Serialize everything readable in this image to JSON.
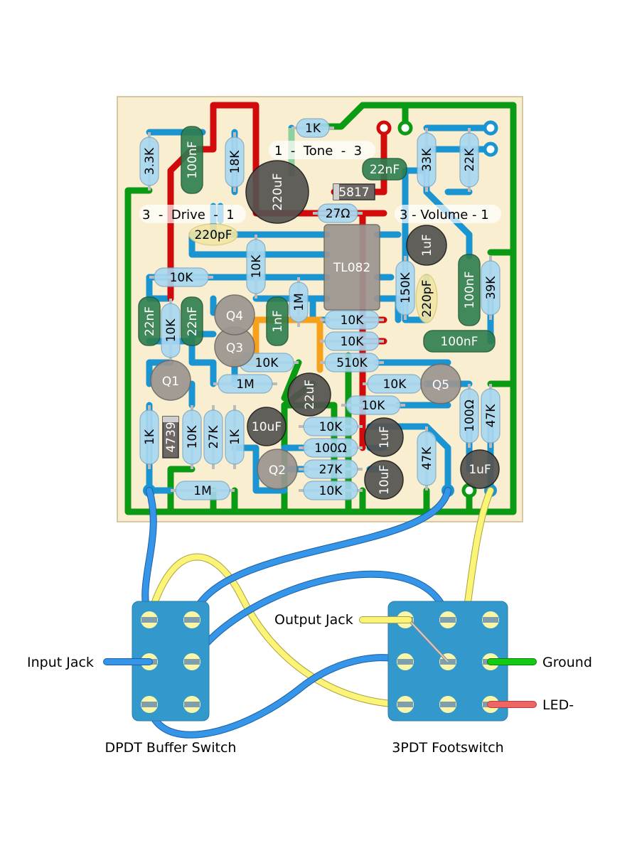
{
  "board": {
    "colors": {
      "board_fill": "#f9efd0",
      "board_border": "#c9b98a",
      "trace_blue": "#1b95d2",
      "trace_green": "#0b9a14",
      "trace_red": "#d10b0b",
      "trace_orange": "#f7a01b",
      "trace_lightgreen": "#8fd0a0",
      "resistor": "#a8d8f2",
      "film_cap": "#2e7d4f",
      "electrolytic": "#555350",
      "transistor": "#9c9691",
      "ceramic_cap": "#f3e6a6",
      "wire_blue": "#3595e8",
      "wire_yellow": "#fbf476",
      "switch_body": "#3399cc",
      "ground_wire": "#11cc11",
      "led_wire": "#f06464"
    },
    "pots": [
      {
        "name": "Tone",
        "label": "1  -  Tone  -  3"
      },
      {
        "name": "Drive",
        "label": "3  -  Drive  -  1"
      },
      {
        "name": "Volume",
        "label": "3 - Volume - 1"
      }
    ],
    "ic": {
      "label": "TL082"
    },
    "diodes": [
      {
        "label": "5817"
      },
      {
        "label": "4739"
      }
    ],
    "transistors": [
      {
        "label": "Q1"
      },
      {
        "label": "Q2"
      },
      {
        "label": "Q3"
      },
      {
        "label": "Q4"
      },
      {
        "label": "Q5"
      }
    ],
    "resistors": [
      {
        "id": "r_3k3",
        "label": "3.3K"
      },
      {
        "id": "r_18k",
        "label": "18K"
      },
      {
        "id": "r_1k_top",
        "label": "1K"
      },
      {
        "id": "r_33k",
        "label": "33K"
      },
      {
        "id": "r_22k",
        "label": "22K"
      },
      {
        "id": "r_27ohm",
        "label": "27Ω"
      },
      {
        "id": "r_10k_a",
        "label": "10K"
      },
      {
        "id": "r_10k_b",
        "label": "10K"
      },
      {
        "id": "r_10k_c",
        "label": "10K"
      },
      {
        "id": "r_1m_a",
        "label": "1M"
      },
      {
        "id": "r_150k",
        "label": "150K"
      },
      {
        "id": "r_39k",
        "label": "39K"
      },
      {
        "id": "r_10k_d",
        "label": "10K"
      },
      {
        "id": "r_10k_e",
        "label": "10K"
      },
      {
        "id": "r_510k",
        "label": "510K"
      },
      {
        "id": "r_10k_f",
        "label": "10K"
      },
      {
        "id": "r_1m_b",
        "label": "1M"
      },
      {
        "id": "r_10k_g",
        "label": "10K"
      },
      {
        "id": "r_10k_h",
        "label": "10K"
      },
      {
        "id": "r_100ohm_a",
        "label": "100Ω"
      },
      {
        "id": "r_47k_a",
        "label": "47K"
      },
      {
        "id": "r_1k_a",
        "label": "1K"
      },
      {
        "id": "r_10k_i",
        "label": "10K"
      },
      {
        "id": "r_27k_a",
        "label": "27K"
      },
      {
        "id": "r_1k_b",
        "label": "1K"
      },
      {
        "id": "r_10k_j",
        "label": "10K"
      },
      {
        "id": "r_100ohm_b",
        "label": "100Ω"
      },
      {
        "id": "r_27k_b",
        "label": "27K"
      },
      {
        "id": "r_10k_k",
        "label": "10K"
      },
      {
        "id": "r_47k_b",
        "label": "47K"
      },
      {
        "id": "r_1m_c",
        "label": "1M"
      }
    ],
    "film_caps": [
      {
        "id": "c_100n_a",
        "label": "100nF"
      },
      {
        "id": "c_22n_a",
        "label": "22nF"
      },
      {
        "id": "c_22n_b",
        "label": "22nF"
      },
      {
        "id": "c_22n_c",
        "label": "22nF"
      },
      {
        "id": "c_1n",
        "label": "1nF"
      },
      {
        "id": "c_100n_b",
        "label": "100nF"
      },
      {
        "id": "c_100n_c",
        "label": "100nF"
      }
    ],
    "ceramic_caps": [
      {
        "id": "c_220p_a",
        "label": "220pF"
      },
      {
        "id": "c_220p_b",
        "label": "220pF"
      }
    ],
    "electrolytics": [
      {
        "id": "e_220u",
        "label": "220uF"
      },
      {
        "id": "e_1u_a",
        "label": "1uF"
      },
      {
        "id": "e_22u",
        "label": "22uF"
      },
      {
        "id": "e_10u_a",
        "label": "10uF"
      },
      {
        "id": "e_1u_b",
        "label": "1uF"
      },
      {
        "id": "e_10u_b",
        "label": "10uF"
      },
      {
        "id": "e_1u_c",
        "label": "1uF"
      }
    ]
  },
  "offboard": {
    "input_jack": "Input Jack",
    "output_jack": "Output Jack",
    "ground": "Ground",
    "led": "LED-",
    "dpdt": "DPDT Buffer Switch",
    "tpdt": "3PDT Footswitch"
  }
}
